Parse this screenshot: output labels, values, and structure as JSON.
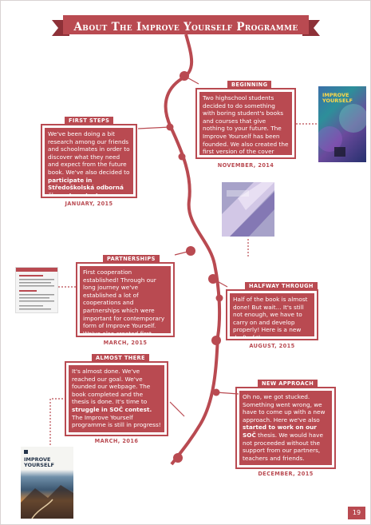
{
  "title": "About The Improve Yourself Programme",
  "colors": {
    "accent": "#b94a51",
    "accent_dark": "#8e3138"
  },
  "events": {
    "beginning": {
      "heading": "BEGINNING",
      "text": "Two highschool students decided to do something with boring student's books and courses that give nothing to your future. The Improve Yourself has been founded. We also created the first version of the cover page!",
      "date": "NOVEMBER, 2014"
    },
    "first_steps": {
      "heading": "FIRST STEPS",
      "text_1": "We've been doing a bit research among our friends and schoolmates in order to discover what they need and expect from the future book. We've also decided to ",
      "text_bold": "participate in Středoškolská odborná činnost contest.",
      "date": "JANUARY, 2015"
    },
    "partnerships": {
      "heading": "PARTNERSHIPS",
      "text": "First cooperation established! Through our long journey we've established a lot of cooperations and partnerships which were important for contemporary form of Improve Yourself. We've also created first experimental unit!",
      "date": "MARCH, 2015"
    },
    "halfway": {
      "heading": "HALFWAY THROUGH",
      "text": "Half of the book is almost done! But wait... It's still not enough, we have to carry on and develop properly! Here is a new draft of the cover page.",
      "date": "AUGUST, 2015"
    },
    "almost_there": {
      "heading": "ALMOST THERE",
      "text_1": "It's almost done. We've reached our goal. We've founded our webpage. The book completed and the thesis is done. It's time to ",
      "text_bold": "struggle in SOČ contest.",
      "text_2": " The Improve Yourself programme is still in progress!",
      "date": "MARCH, 2016"
    },
    "new_approach": {
      "heading": "NEW APPROACH",
      "text_1": "Oh no, we got stucked. Something went wrong, we have to come up with a new approach. Here we've also ",
      "text_bold": "started to work on our SOČ",
      "text_2": " thesis. We would have not proceeded without the support from our partners, teachers and friends.",
      "date": "DECEMBER, 2015"
    }
  },
  "covers": {
    "first": {
      "title": "IMPROVE YOURSELF"
    },
    "final": {
      "title": "IMPROVE YOURSELF"
    }
  },
  "page_number": "19"
}
